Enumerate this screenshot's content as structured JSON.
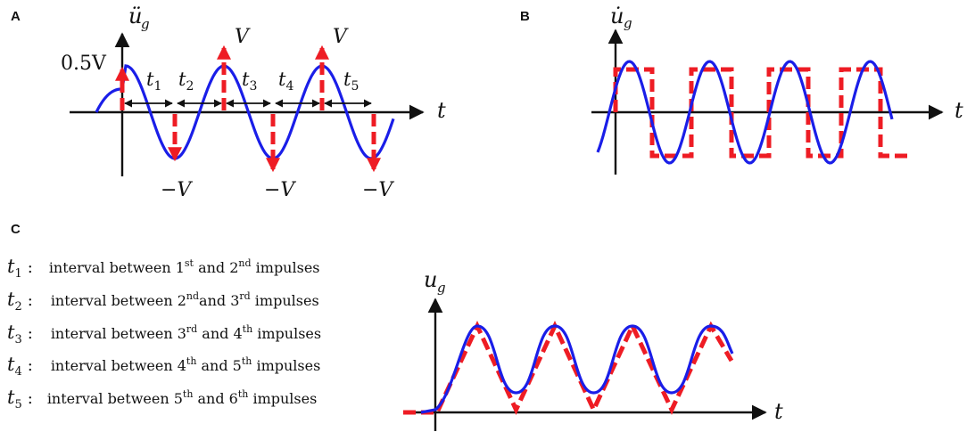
{
  "panels": {
    "a": {
      "label": "A",
      "y_label": "ü",
      "y_sub": "g",
      "x_label": "t",
      "impulse_labels": [
        "0.5V",
        "V",
        "V",
        "−V",
        "−V",
        "−V"
      ],
      "interval_labels": [
        {
          "main": "t",
          "sub": "1"
        },
        {
          "main": "t",
          "sub": "2"
        },
        {
          "main": "t",
          "sub": "3"
        },
        {
          "main": "t",
          "sub": "4"
        },
        {
          "main": "t",
          "sub": "5"
        }
      ]
    },
    "b": {
      "label": "B",
      "y_label": "u̇",
      "y_sub": "g",
      "x_label": "t"
    },
    "c": {
      "label": "C",
      "y_label": "u",
      "y_sub": "g",
      "x_label": "t",
      "rows": [
        {
          "t": "t",
          "sub": "1",
          "colon": ":",
          "text1": "interval between 1",
          "sup1": "st",
          "text2": " and 2",
          "sup2": "nd",
          "text3": " impulses"
        },
        {
          "t": "t",
          "sub": "2",
          "colon": ":",
          "text1": "interval between 2",
          "sup1": "nd",
          "text2": "and 3",
          "sup2": "rd",
          "text3": " impulses"
        },
        {
          "t": "t",
          "sub": "3",
          "colon": ":",
          "text1": "interval between 3",
          "sup1": "rd",
          "text2": " and 4",
          "sup2": "th",
          "text3": " impulses"
        },
        {
          "t": "t",
          "sub": "4",
          "colon": ":",
          "text1": "interval between 4",
          "sup1": "th",
          "text2": " and 5",
          "sup2": "th",
          "text3": " impulses"
        },
        {
          "t": "t",
          "sub": "5",
          "colon": ":",
          "text1": "interval between 5",
          "sup1": "th",
          "text2": " and 6",
          "sup2": "th",
          "text3": "  impulses"
        }
      ]
    }
  },
  "colors": {
    "wave": "#1a1ee8",
    "impulse": "#ee1c24",
    "axis": "#111111"
  }
}
